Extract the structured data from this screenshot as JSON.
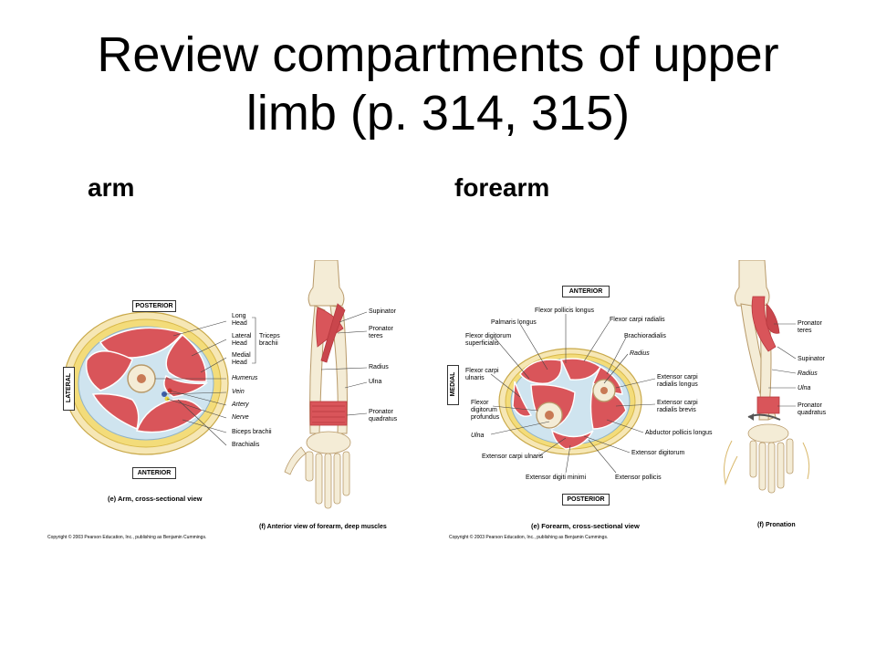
{
  "slide": {
    "title_line1": "Review compartments of upper",
    "title_line2": "limb (p. 314, 315)",
    "left_heading": "arm",
    "right_heading": "forearm"
  },
  "arm_figure": {
    "posterior_box": "POSTERIOR",
    "anterior_box": "ANTERIOR",
    "lateral_box": "LATERAL",
    "labels": [
      "Long Head",
      "Lateral Head",
      "Medial Head",
      "Triceps brachii",
      "Humerus",
      "Vein",
      "Artery",
      "Nerve",
      "Biceps brachii",
      "Brachialis"
    ],
    "long_head": "Long",
    "long_head2": "Head",
    "lateral_head": "Lateral",
    "lateral_head2": "Head",
    "medial_head": "Medial",
    "medial_head2": "Head",
    "triceps": "Triceps",
    "triceps2": "brachii",
    "humerus": "Humerus",
    "vein": "Vein",
    "artery": "Artery",
    "nerve": "Nerve",
    "biceps": "Biceps brachii",
    "brachialis": "Brachialis",
    "caption_e": "(e) Arm, cross-sectional view",
    "copyright": "Copyright © 2003 Pearson Education, Inc., publishing as Benjamin Cummings."
  },
  "forearm_deep_figure": {
    "supinator": "Supinator",
    "pronator_teres": "Pronator",
    "pronator_teres2": "teres",
    "radius": "Radius",
    "ulna": "Ulna",
    "pronator_quadratus": "Pronator",
    "pronator_quadratus2": "quadratus",
    "caption_f": "(f) Anterior view of forearm, deep muscles"
  },
  "forearm_figure": {
    "anterior_box": "ANTERIOR",
    "posterior_box": "POSTERIOR",
    "medial_box": "MEDIAL",
    "flexor_pollicis_longus": "Flexor pollicis longus",
    "flexor_carpi_radialis": "Flexor carpi radialis",
    "palmaris_longus": "Palmaris longus",
    "brachioradialis": "Brachioradialis",
    "fds": "Flexor digitorum",
    "fds2": "superficialis",
    "radius": "Radius",
    "fcu": "Flexor carpi",
    "fcu2": "ulnaris",
    "ecrl": "Extensor carpi",
    "ecrl2": "radialis longus",
    "ecrb": "Extensor carpi",
    "ecrb2": "radialis brevis",
    "fdp": "Flexor",
    "fdp2": "digitorum",
    "fdp3": "profundus",
    "ulna": "Ulna",
    "apl": "Abductor pollicis longus",
    "ecu": "Extensor carpi ulnaris",
    "ed": "Extensor digitorum",
    "edm": "Extensor digiti minimi",
    "ep": "Extensor pollicis",
    "caption_e": "(e) Forearm, cross-sectional view",
    "copyright": "Copyright © 2003 Pearson Education, Inc., publishing as Benjamin Cummings."
  },
  "pronation_figure": {
    "pronator_teres": "Pronator",
    "pronator_teres2": "teres",
    "supinator": "Supinator",
    "radius": "Radius",
    "ulna": "Ulna",
    "pronator_quadratus": "Pronator",
    "pronator_quadratus2": "quadratus",
    "caption_f": "(f) Pronation"
  },
  "colors": {
    "muscle": "#d9555a",
    "muscle_dark": "#b8383e",
    "fat": "#f3dc7a",
    "skin": "#f6e7b5",
    "fascia": "#cfe4ef",
    "bone": "#f4ecd6",
    "nerve": "#e8d640"
  }
}
